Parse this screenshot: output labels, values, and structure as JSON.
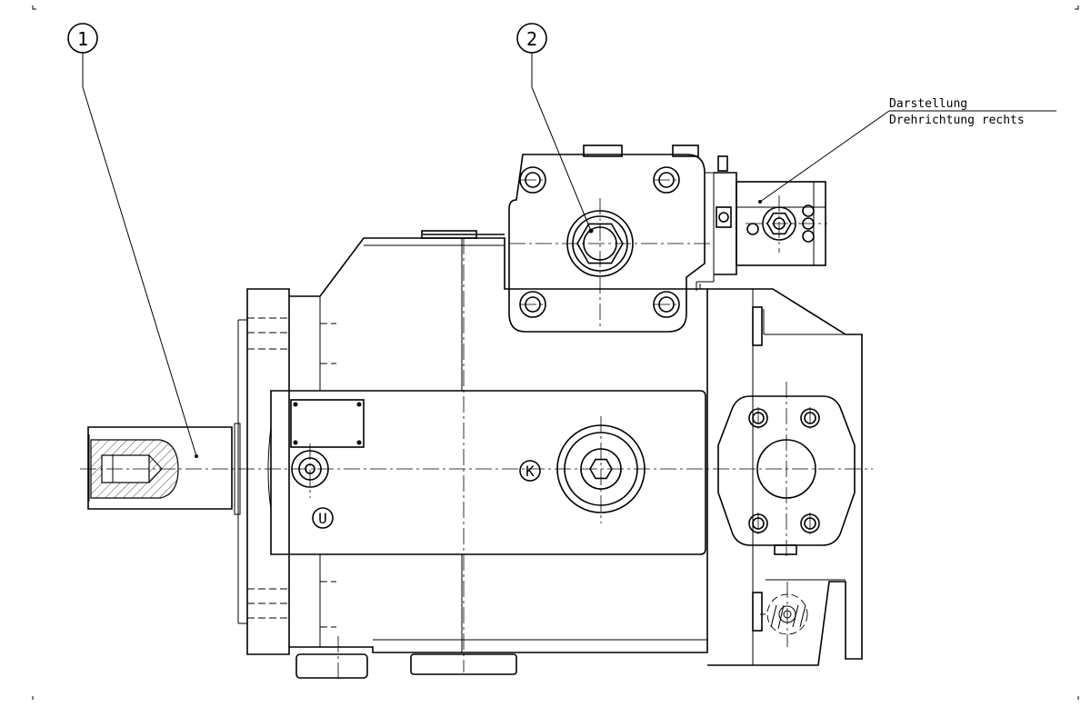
{
  "callouts": [
    {
      "number": "1"
    },
    {
      "number": "2"
    }
  ],
  "note": {
    "line1": "Darstellung",
    "line2": "Drehrichtung rechts"
  },
  "markers": {
    "k": "K",
    "u": "U"
  }
}
